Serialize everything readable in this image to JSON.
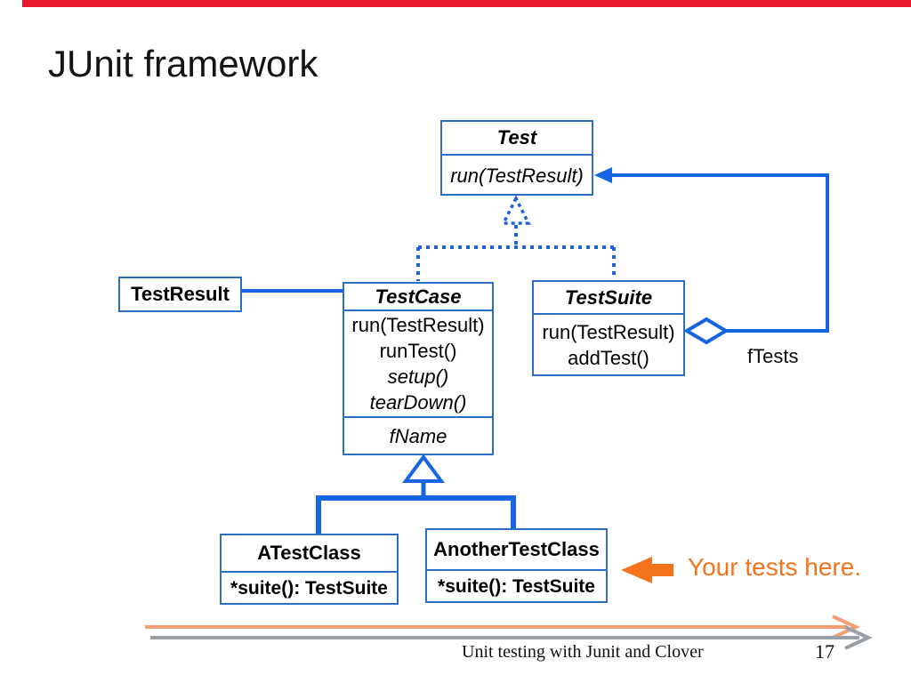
{
  "slide": {
    "title": "JUnit framework",
    "footer_text": "Unit testing with Junit and Clover",
    "page_number": "17",
    "top_bar_color": "#e8192c"
  },
  "diagram": {
    "classes": {
      "test": {
        "name": "Test",
        "methods": [
          "run(TestResult)"
        ]
      },
      "testresult": {
        "name": "TestResult"
      },
      "testcase": {
        "name": "TestCase",
        "methods": [
          "run(TestResult)",
          "runTest()",
          "setup()",
          "tearDown()"
        ],
        "attributes": [
          "fName"
        ]
      },
      "testsuite": {
        "name": "TestSuite",
        "methods": [
          "run(TestResult)",
          "addTest()"
        ]
      },
      "atestclass": {
        "name": "ATestClass",
        "methods": [
          "*suite(): TestSuite"
        ]
      },
      "anothertestclass": {
        "name": "AnotherTestClass",
        "methods": [
          "*suite(): TestSuite"
        ]
      }
    },
    "labels": {
      "aggregation_role": "fTests"
    },
    "annotation": {
      "text": "Your tests here.",
      "color": "#f4721b"
    },
    "icons": {
      "annotation_arrow": "left-arrow",
      "bottom_orange_arrow": "right-arrow",
      "bottom_gray_arrow": "right-arrow"
    },
    "colors": {
      "connector_blue": "#1666e3",
      "box_border_blue": "#2e6fc6",
      "timeline_orange": "#f59d74",
      "timeline_gray": "#9aa0a8"
    }
  }
}
